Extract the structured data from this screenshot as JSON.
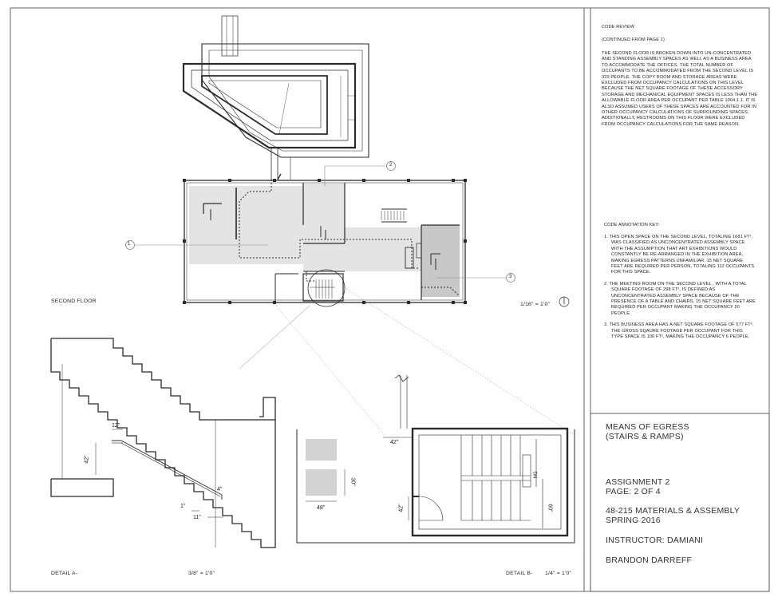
{
  "code_review": {
    "title": "CODE REVIEW",
    "continued": "(CONTINUED  FROM PAGE 1)",
    "body": "THE SECOND FLOOR IS BROKEN DOWN INTO UN-CONCENTRATED AND STANDING ASSEMBLY SPACES AS WELL AS A BUSINESS AREA TO ACCOMMODATE THE OFFICES. THE TOTAL NUMBER OF OCCUPANTS TO BE ACCOMMODATED FROM THE SECOND LEVEL IS 329 PEOPLE. THE COPY ROOM AND STORAGE AREAS WERE EXCLUDED FROM OCCUPANCY CALCULATIONS ON THIS LEVEL BECAUSE THE NET SQUARE FOOTAGE OF THESE ACCESSORY STORAGE AND MECHANICAL EQUIPMENT SPACES IS LESS THAN THE ALLOWABLE FLOOR AREA PER OCCUPANT PER TABLE 1004.1.1. IT IS ALSO ASSUMED USERS OF THESE SPACES ARE ACCOUNTED FOR IN OTHER OCCUPANCY CALCULATIONS OF SURROUNDING SPACES. ADDITIONALLY, RESTROOMS ON THIS FLOOR WERE EXCLUDED FROM OCCUPANCY CALCULATIONS FOR THE SAME REASON."
  },
  "annotation_key": {
    "title": "CODE ANNOTATION KEY:",
    "items": [
      "1. THIS OPEN SPACE ON THE SECOND LEVEL, TOTALING 1681 FT², WAS CLASSIFIED AS UNCONCENTRATED ASSEMBLY SPACE WITH THE ASSUMPTION THAT ART EXHIBITIONS WOULD CONSTANTLY BE RE-ARRANGED IN THE EXHIBITION AREA, MAKING EGRESS PATTERNS UNFAMILIAR. 15 NET SQUARE FEET ARE REQUIRED PER PERSON, TOTALING 112 OCCUPANTS FOR THIS SPACE.",
      "2. THE MEETING ROOM ON THE SECOND LEVEL , WITH A TOTAL SQUARE FOOTAGE OF 298 FT², IS DEFINED AS UNCONCENTRATED ASSEMBLY SPACE BECAUSE OF THE PRESENCE OF A TABLE AND CHAIRS. 15 NET SQUARE FEET ARE REQUIRED PER OCCUPANT MAKING THE OCCUPANCY 20 PEOPLE.",
      "3. THIS BUSINESS AREA HAS A NET SQUARE FOOTAGE OF 577 FT². THE GROSS SQAURE FOOTAGE PER OCCUPANT FOR THIS TYPE SPACE IS 100 FT², MAKING THE OCCUPANCY 6 PEOPLE."
    ]
  },
  "title_block": {
    "project": "MEANS OF EGRESS",
    "project_sub": "(STAIRS & RAMPS)",
    "assignment": "ASSIGNMENT 2",
    "page": "PAGE: 2 OF 4",
    "course": "48-215 MATERIALS & ASSEMBLY",
    "term": "SPRING  2016",
    "instructor": "INSTRUCTOR: DAMIANI",
    "author": "BRANDON DARREFF"
  },
  "plan": {
    "label": "SECOND FLOOR",
    "scale": "1/16\" = 1'0\"",
    "callouts": [
      "1",
      "2",
      "3"
    ]
  },
  "detail_a": {
    "label": "DETAIL A-",
    "scale": "3/8\" = 1'0\"",
    "dims": {
      "rail_ext": "12\"",
      "rail_height": "42\"",
      "rail_end": "4\"",
      "riser": "1\"",
      "tread": "11\""
    }
  },
  "detail_b": {
    "label": "DETAIL B-",
    "scale": "1/4\" = 1'0\"",
    "dims": {
      "clearance": "42\"",
      "height": "30\"",
      "width": "48\"",
      "door": "42\"",
      "landing": "60\"",
      "dn": "DN"
    }
  },
  "colors": {
    "line": "#2b2b2b",
    "shade_light": "#e4e4e4",
    "shade_dark": "#c8c8c8",
    "frame": "#555555"
  }
}
